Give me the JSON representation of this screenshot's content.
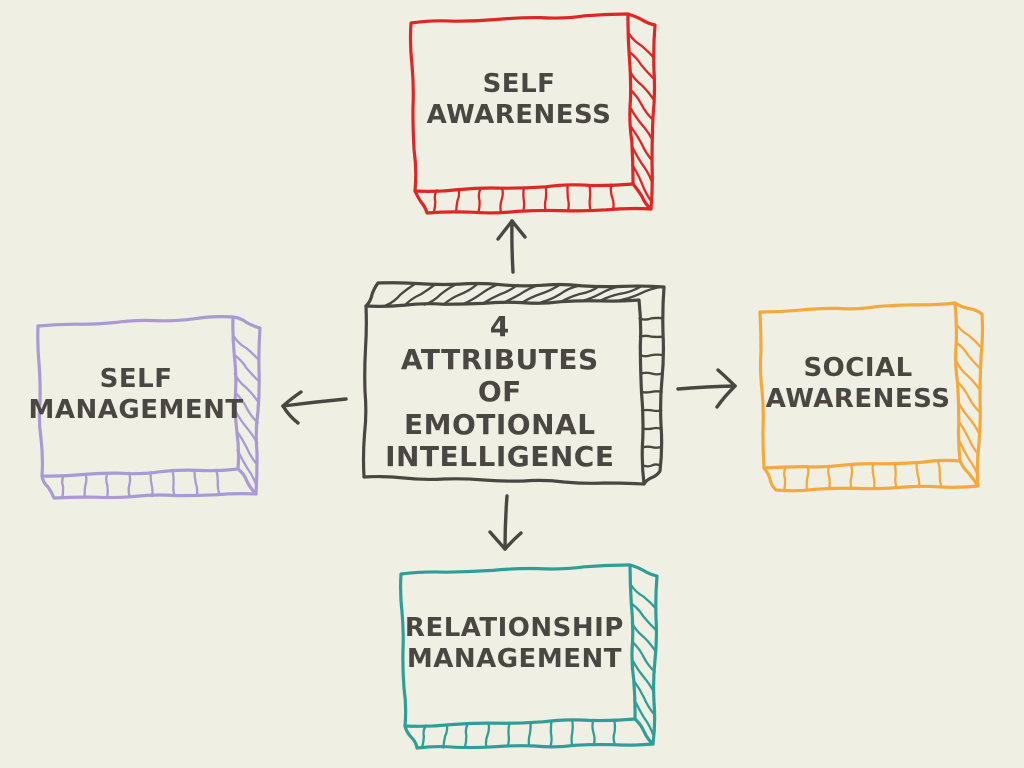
{
  "diagram": {
    "center": {
      "lines": [
        "4",
        "ATTRIBUTES",
        "OF",
        "EMOTIONAL",
        "INTELLIGENCE"
      ]
    },
    "nodes": {
      "top": {
        "line1": "SELF",
        "line2": "AWARENESS"
      },
      "right": {
        "line1": "SOCIAL",
        "line2": "AWARENESS"
      },
      "bottom": {
        "line1": "RELATIONSHIP",
        "line2": "MANAGEMENT"
      },
      "left": {
        "line1": "SELF",
        "line2": "MANAGEMENT"
      }
    }
  },
  "palette": {
    "background": "#f0efe3",
    "ink": "#4a4742",
    "top_box": "#e02525",
    "right_box": "#f5a83e",
    "bottom_box": "#2f9e98",
    "left_box": "#a99ad5"
  }
}
